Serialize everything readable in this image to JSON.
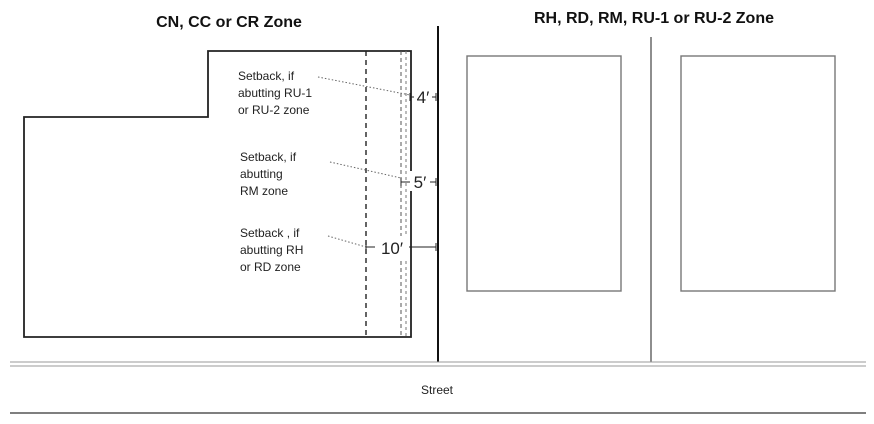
{
  "titles": {
    "left_zone": "CN, CC or CR Zone",
    "right_zone": "RH, RD, RM, RU-1 or RU-2 Zone"
  },
  "setbacks": [
    {
      "label_lines": [
        "Setback, if",
        "abutting RU-1",
        "or RU-2  zone"
      ],
      "distance": "4′"
    },
    {
      "label_lines": [
        "Setback, if",
        "abutting",
        "RM zone"
      ],
      "distance": "5′"
    },
    {
      "label_lines": [
        "Setback , if",
        "abutting RH",
        "or RD zone"
      ],
      "distance": "10′"
    }
  ],
  "street_label": "Street"
}
